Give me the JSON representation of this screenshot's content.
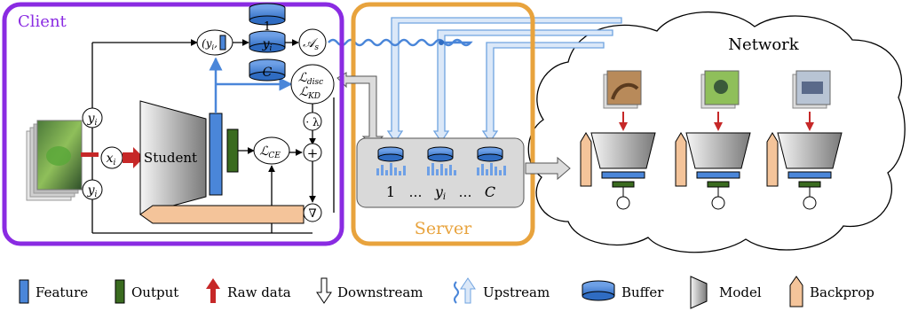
{
  "client": {
    "title": "Client",
    "title_color": "#8a2be2"
  },
  "server": {
    "title": "Server",
    "title_color": "#e8a33d"
  },
  "network": {
    "title": "Network"
  },
  "nodes": {
    "yi_top": "y",
    "yi_sub": "i",
    "xi": "x",
    "xi_sub": "i",
    "yi_bottom": "y",
    "student": "Student",
    "lambda": "· λ",
    "plus": "+",
    "grad": "∇",
    "buf_top": "1",
    "buf_mid": "y",
    "buf_mid_sub": "i",
    "buf_bot": "C",
    "as_label": "𝒜",
    "as_sub": "s",
    "disc_label": "ℒ",
    "disc_sub": "disc",
    "kd_label": "ℒ",
    "kd_sub": "KD",
    "ce_label": "ℒ",
    "ce_sub": "CE",
    "store_1": "1",
    "store_dots1": "…",
    "store_yi": "y",
    "store_yi_sub": "i",
    "store_dots2": "…",
    "store_c": "C"
  },
  "legend": {
    "feature": "Feature",
    "output": "Output",
    "raw_data": "Raw data",
    "downstream": "Downstream",
    "upstream": "Upstream",
    "buffer": "Buffer",
    "model": "Model",
    "backprop": "Backprop"
  },
  "colors": {
    "client_border": "#8a2be2",
    "server_border": "#e8a33d",
    "feature": "#4a86d9",
    "output": "#3a6b1f",
    "raw_data": "#c62828",
    "backprop": "#f4c49a",
    "upstream": "#6fa3e0"
  }
}
